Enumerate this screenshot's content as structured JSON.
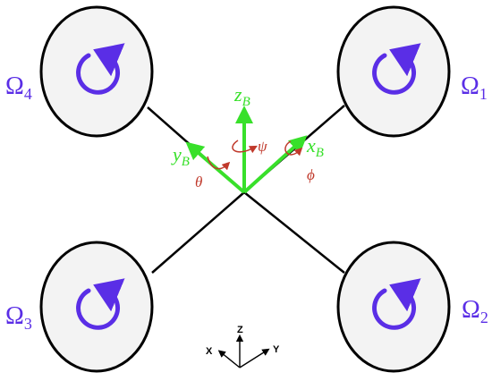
{
  "rotors": [
    {
      "id": "rotor-1",
      "symbol": "Ω",
      "index": "1"
    },
    {
      "id": "rotor-2",
      "symbol": "Ω",
      "index": "2"
    },
    {
      "id": "rotor-3",
      "symbol": "Ω",
      "index": "3"
    },
    {
      "id": "rotor-4",
      "symbol": "Ω",
      "index": "4"
    }
  ],
  "body_axes": {
    "x": {
      "main": "x",
      "sub": "B"
    },
    "y": {
      "main": "y",
      "sub": "B"
    },
    "z": {
      "main": "z",
      "sub": "B"
    }
  },
  "angles": {
    "roll": "ϕ",
    "pitch": "θ",
    "yaw": "ψ"
  },
  "world_axes": {
    "x": "X",
    "y": "Y",
    "z": "Z"
  },
  "colors": {
    "rotor_ring": "#000000",
    "rotor_fill": "#f2f2f2",
    "rotation_arrow": "#5a2ee6",
    "body_axis": "#38e02a",
    "angle": "#c0392b",
    "arm": "#000000"
  }
}
